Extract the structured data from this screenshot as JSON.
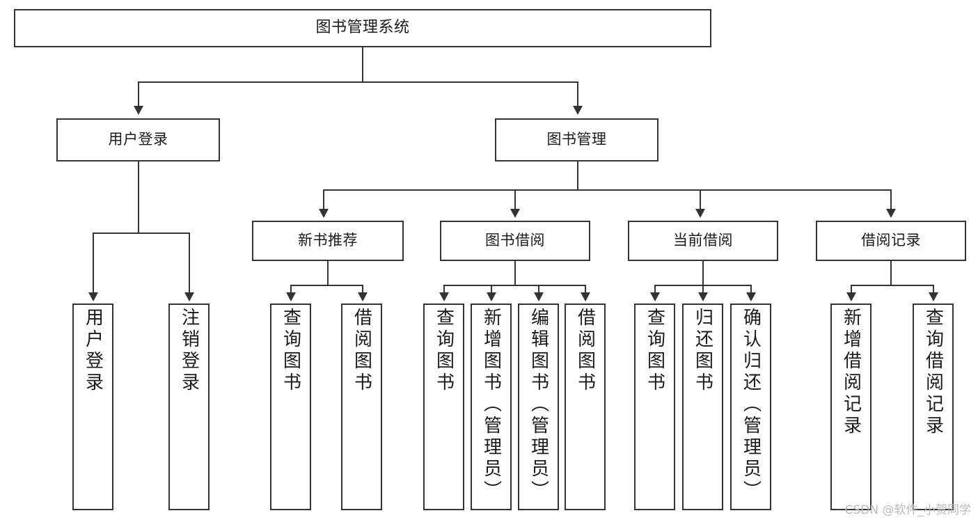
{
  "diagram": {
    "title": "图书管理系统",
    "type": "tree-hierarchy",
    "orientation": "top-down",
    "root": {
      "label": "图书管理系统"
    },
    "level2": [
      {
        "id": "user-login",
        "label": "用户登录"
      },
      {
        "id": "book-management",
        "label": "图书管理"
      }
    ],
    "level3": [
      {
        "id": "new-book-recommend",
        "label": "新书推荐",
        "parent": "book-management"
      },
      {
        "id": "book-borrow",
        "label": "图书借阅",
        "parent": "book-management"
      },
      {
        "id": "current-borrow",
        "label": "当前借阅",
        "parent": "book-management"
      },
      {
        "id": "borrow-record",
        "label": "借阅记录",
        "parent": "book-management"
      }
    ],
    "leaves": [
      {
        "id": "leaf-user-login",
        "label": "用户登录",
        "parent": "user-login"
      },
      {
        "id": "leaf-logout-login",
        "label": "注销登录",
        "parent": "user-login"
      },
      {
        "id": "leaf-query-book-1",
        "label": "查询图书",
        "parent": "new-book-recommend"
      },
      {
        "id": "leaf-borrow-book-1",
        "label": "借阅图书",
        "parent": "new-book-recommend"
      },
      {
        "id": "leaf-query-book-2",
        "label": "查询图书",
        "parent": "book-borrow"
      },
      {
        "id": "leaf-add-book",
        "label": "新增图书（管理员）",
        "parent": "book-borrow"
      },
      {
        "id": "leaf-edit-book",
        "label": "编辑图书（管理员）",
        "parent": "book-borrow"
      },
      {
        "id": "leaf-borrow-book-2",
        "label": "借阅图书",
        "parent": "book-borrow"
      },
      {
        "id": "leaf-query-book-3",
        "label": "查询图书",
        "parent": "current-borrow"
      },
      {
        "id": "leaf-return-book",
        "label": "归还图书",
        "parent": "current-borrow"
      },
      {
        "id": "leaf-confirm-return",
        "label": "确认归还（管理员）",
        "parent": "current-borrow"
      },
      {
        "id": "leaf-add-record",
        "label": "新增借阅记录",
        "parent": "borrow-record"
      },
      {
        "id": "leaf-query-record",
        "label": "查询借阅记录",
        "parent": "borrow-record"
      }
    ],
    "colors": {
      "stroke": "#333333",
      "fill": "#ffffff",
      "text": "#1a1a1a",
      "watermark": "#b9b9b9"
    }
  },
  "watermark": {
    "text": "CSDN @软件_小贺同学"
  }
}
